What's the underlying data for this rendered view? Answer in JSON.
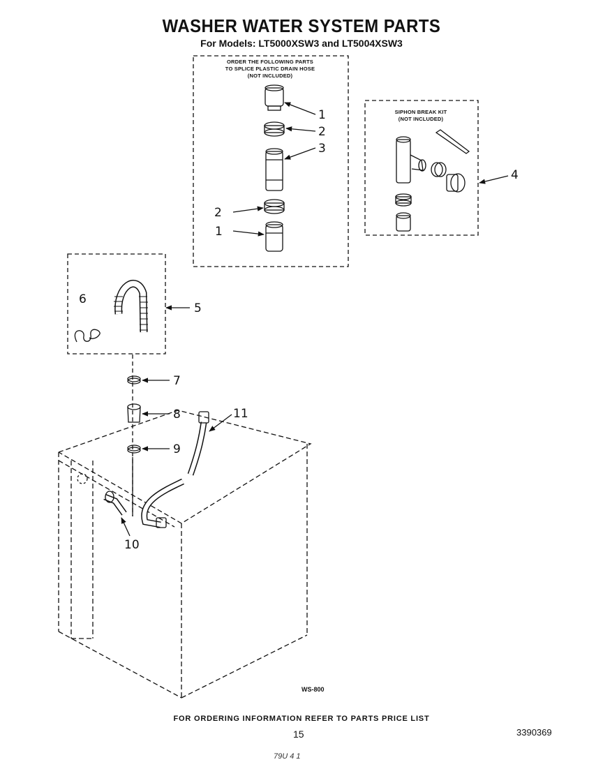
{
  "title": "WASHER WATER SYSTEM PARTS",
  "subtitle": "For Models: LT5000XSW3 and LT5004XSW3",
  "splice_box": {
    "note_line1": "ORDER THE FOLLOWING PARTS",
    "note_line2": "TO SPLICE PLASTIC DRAIN HOSE",
    "note_line3": "(NOT INCLUDED)"
  },
  "siphon_box": {
    "note_line1": "SIPHON BREAK KIT",
    "note_line2": "(NOT INCLUDED)"
  },
  "callouts": {
    "c1a": "1",
    "c2a": "2",
    "c3": "3",
    "c2b": "2",
    "c1b": "1",
    "c4": "4",
    "c5": "5",
    "c6": "6",
    "c7": "7",
    "c8": "8",
    "c9": "9",
    "c10": "10",
    "c11": "11"
  },
  "diagram_code": "WS-800",
  "footer": "FOR ORDERING INFORMATION REFER TO PARTS PRICE LIST",
  "page_number": "15",
  "document_number": "3390369",
  "scribble": "79U  4  1"
}
